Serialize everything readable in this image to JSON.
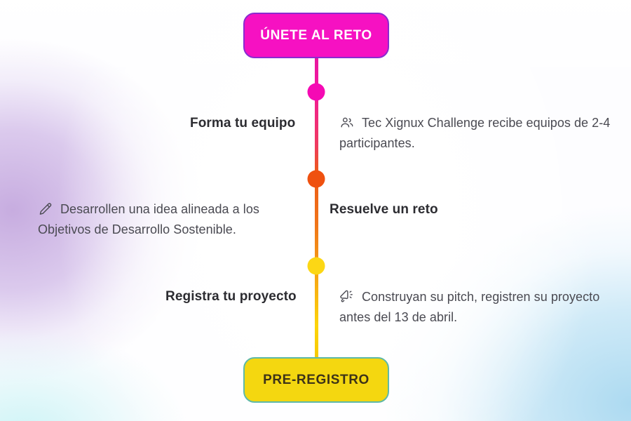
{
  "theme": {
    "magenta": "#f611c2",
    "node_magenta": "#f50ab4",
    "node_orange": "#ef5110",
    "node_yellow": "#fcd715",
    "pill_yellow": "#f4d710",
    "pill_top_border": "#8a2bd0",
    "pill_bottom_border": "#5fb9a8",
    "title_color": "#2c2c31",
    "body_color": "#4a4a52",
    "bg_purple": "#c4a8de",
    "bg_cyan": "#a8d8f0"
  },
  "top_button": {
    "label": "ÚNETE AL RETO",
    "icon": "none"
  },
  "bottom_button": {
    "label": "PRE-REGISTRO",
    "icon": "none"
  },
  "steps": [
    {
      "title": "Forma tu equipo",
      "body": "Tec Xignux Challenge recibe equipos de 2-4 participantes.",
      "icon": "users-icon",
      "side": "right",
      "node_color": "#f50ab4"
    },
    {
      "title": "Resuelve un reto",
      "body": "Desarrollen una idea alineada a los Objetivos de Desarrollo Sostenible.",
      "icon": "pencil-icon",
      "side": "left",
      "node_color": "#ef5110"
    },
    {
      "title": "Registra tu proyecto",
      "body": "Construyan su pitch, registren su proyecto antes del 13 de abril.",
      "icon": "megaphone-icon",
      "side": "right",
      "node_color": "#fcd715"
    }
  ]
}
